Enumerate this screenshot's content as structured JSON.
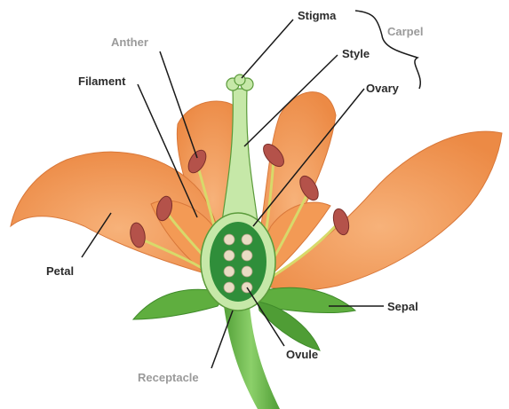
{
  "diagram": {
    "labels": {
      "stigma": "Stigma",
      "carpel": "Carpel",
      "anther": "Anther",
      "style": "Style",
      "filament": "Filament",
      "ovary": "Ovary",
      "petal": "Petal",
      "sepal": "Sepal",
      "ovule": "Ovule",
      "receptacle": "Receptacle"
    },
    "colors": {
      "petal": "#f2a05c",
      "petal_dark": "#e0803a",
      "sepal": "#5fae3f",
      "stem": "#6db84c",
      "pistil": "#c6e8a8",
      "ovary_wall": "#2f8e3a",
      "ovule": "#e9dcc4",
      "anther": "#b4524a",
      "filament": "#d8d96a"
    }
  }
}
